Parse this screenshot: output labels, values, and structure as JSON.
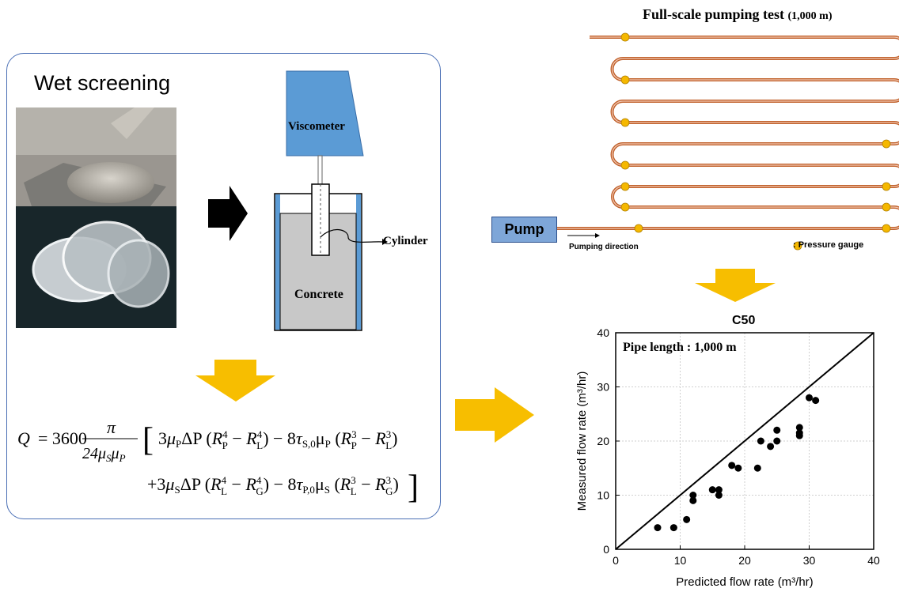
{
  "left_panel": {
    "title": "Wet screening",
    "viscometer_label": "Viscometer",
    "cylinder_label": "Cylinder",
    "concrete_label": "Concrete"
  },
  "pumping": {
    "title": "Full-scale pumping test",
    "title_suffix": "(1,000  m)",
    "pump_label": "Pump",
    "direction_label": "Pumping direction",
    "gauge_legend": ": Pressure gauge"
  },
  "colors": {
    "pipe": "#c0612b",
    "gauge": "#f5b800",
    "arrow_yellow": "#f7be00",
    "panel_border": "#4a6fb5",
    "viscometer": "#5b9bd5",
    "concrete": "#c8c8c8"
  },
  "chart_data": {
    "type": "scatter",
    "title": "C50",
    "annotation": "Pipe length : 1,000 m",
    "xlabel": "Predicted flow rate (m³/hr)",
    "ylabel": "Measured flow rate (m³/hr)",
    "xlim": [
      0,
      40
    ],
    "ylim": [
      0,
      40
    ],
    "xticks": [
      0,
      10,
      20,
      30,
      40
    ],
    "yticks": [
      0,
      10,
      20,
      30,
      40
    ],
    "grid": true,
    "reference_line": "y = x",
    "points": [
      [
        6.5,
        4
      ],
      [
        9,
        4
      ],
      [
        11,
        5.5
      ],
      [
        12,
        9
      ],
      [
        12,
        10
      ],
      [
        15,
        11
      ],
      [
        16,
        10
      ],
      [
        16,
        11
      ],
      [
        18,
        15.5
      ],
      [
        19,
        15
      ],
      [
        22,
        15
      ],
      [
        22.5,
        20
      ],
      [
        24,
        19
      ],
      [
        25,
        20
      ],
      [
        25,
        22
      ],
      [
        28.5,
        21
      ],
      [
        28.5,
        21.5
      ],
      [
        28.5,
        22.5
      ],
      [
        30,
        28
      ],
      [
        31,
        27.5
      ]
    ]
  }
}
